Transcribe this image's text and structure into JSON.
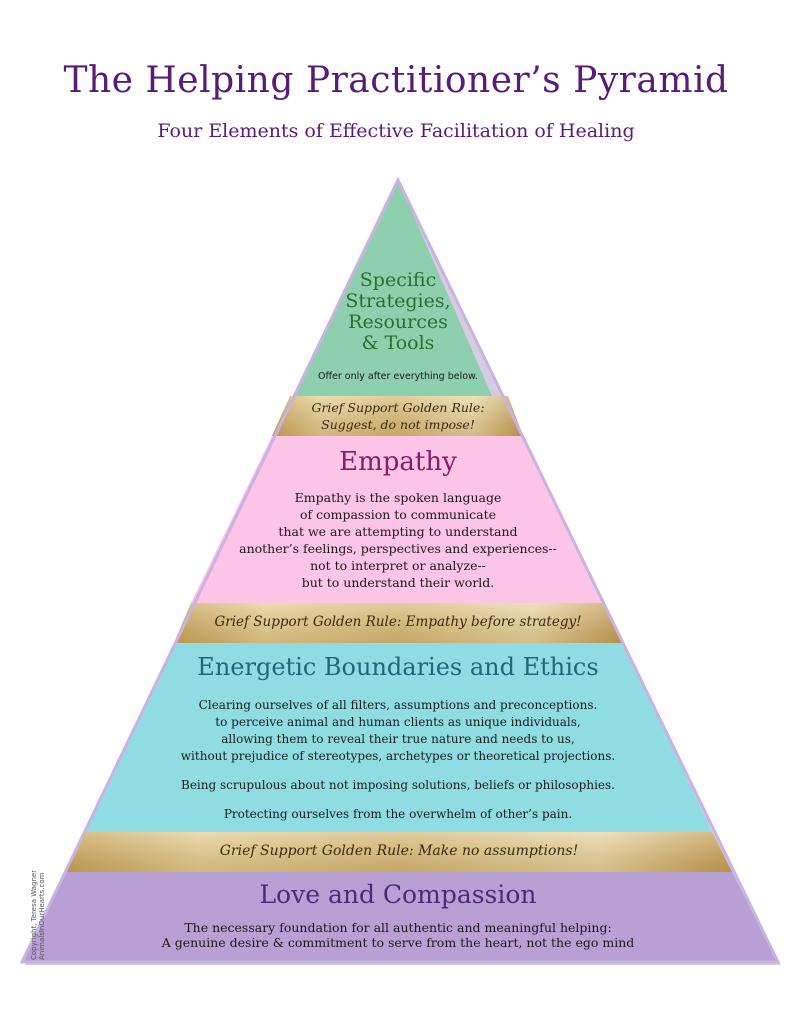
{
  "title": "The Helping Practitioner’s Pyramid",
  "subtitle": "Four Elements of Effective Facilitation of Healing",
  "tiers": {
    "tools": {
      "title_lines": [
        "Specific",
        "Strategies,",
        "Resources",
        "& Tools"
      ],
      "note": "Offer only after everything below.",
      "color": "#8ecfae"
    },
    "empathy": {
      "title": "Empathy",
      "lines": [
        "Empathy is the spoken language",
        "of compassion to communicate",
        "that we are attempting to understand",
        "another’s feelings, perspectives and experiences--",
        "not to interpret or analyze--",
        "but to understand their world."
      ],
      "color": "#fcc4e6"
    },
    "boundaries": {
      "title": "Energetic Boundaries and Ethics",
      "lines": [
        "Clearing ourselves of all filters, assumptions and preconceptions.",
        "to perceive animal and human clients as unique individuals,",
        "allowing them to reveal their true nature and needs to us,",
        "without prejudice of stereotypes, archetypes or theoretical projections."
      ],
      "para2": "Being scrupulous about not imposing solutions, beliefs or philosophies.",
      "para3": "Protecting ourselves from the overwhelm of other’s pain.",
      "color": "#8fdde3"
    },
    "love": {
      "title": "Love and Compassion",
      "lines": [
        "The necessary foundation for all authentic and meaningful helping:",
        "A genuine desire & commitment to serve from the heart, not the ego mind"
      ],
      "color": "#b8a0d4"
    }
  },
  "rules": {
    "rule1": [
      "Grief Support Golden Rule:",
      "Suggest, do not impose!"
    ],
    "rule2": "Grief Support Golden Rule:  Empathy before strategy!",
    "rule3": "Grief Support Golden Rule: Make no assumptions!"
  },
  "copyright": [
    "Copyright, Teresa Wagner",
    "AnimalsInOurHearts.com"
  ],
  "colors": {
    "title": "#5a1a78",
    "tools_text": "#2d6e2d",
    "empathy_text": "#8a1a6a",
    "boundaries_text": "#1a6a78",
    "love_text": "#4a2a7a",
    "gold": "#d9bd7a"
  }
}
